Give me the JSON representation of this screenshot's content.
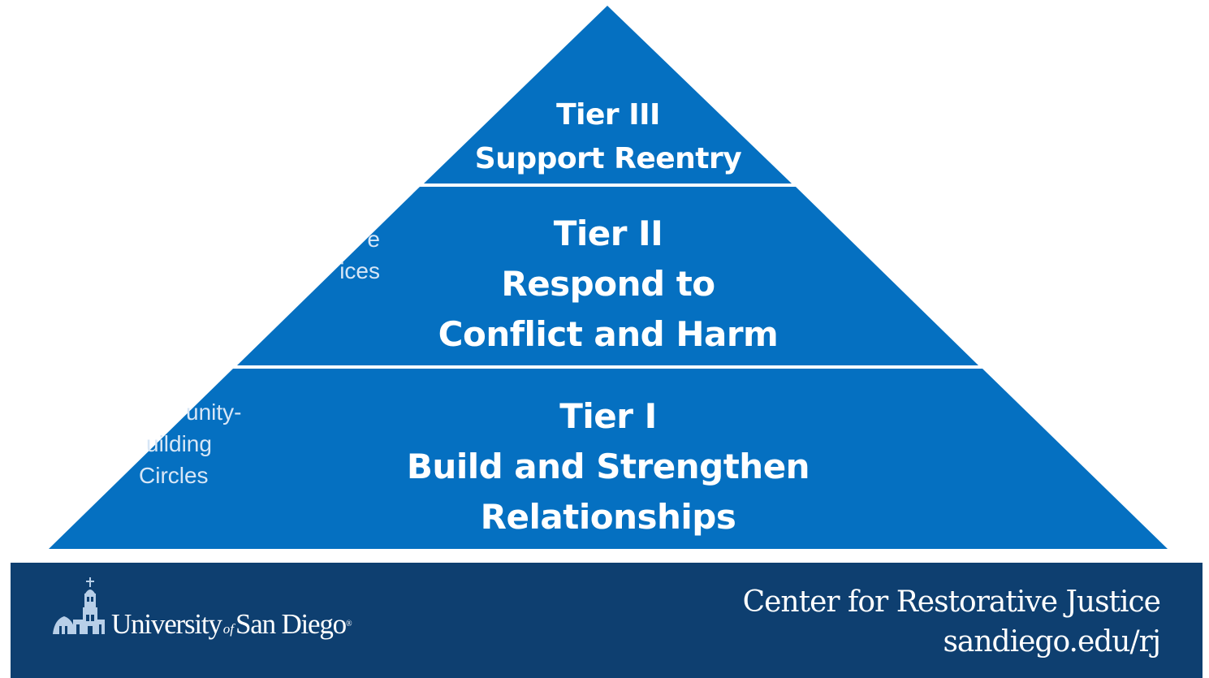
{
  "pyramid": {
    "tiers": [
      {
        "level": "Tier III",
        "lines": [
          "Tier III",
          "Support Reentry"
        ]
      },
      {
        "level": "Tier II",
        "lines": [
          "Tier II",
          "Respond to",
          "Conflict and Harm"
        ]
      },
      {
        "level": "Tier I",
        "lines": [
          "Tier I",
          "Build and Strengthen",
          "Relationships"
        ]
      }
    ],
    "ghost_text": {
      "upper": [
        "e",
        "ices"
      ],
      "lower": [
        "unity-",
        "uilding",
        "Circles"
      ]
    }
  },
  "footer": {
    "logo": {
      "university": "University",
      "of": "of",
      "city": "San Diego",
      "mark": "®"
    },
    "center_name": "Center for Restorative Justice",
    "url": "sandiego.edu/rj"
  },
  "colors": {
    "pyramid_blue": "#0570c1",
    "divider": "#e8f1fa",
    "footer_navy": "#0e3f70",
    "text": "#ffffff"
  }
}
